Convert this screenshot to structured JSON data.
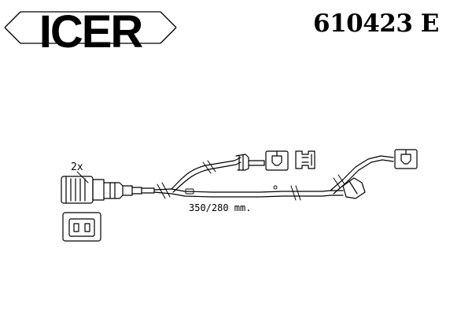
{
  "brand": {
    "name": "ICER"
  },
  "part_number": "610423 E",
  "diagram": {
    "quantity_label": "2x",
    "length_label": "350/280  mm."
  },
  "colors": {
    "ink": "#000000",
    "background": "#ffffff"
  }
}
